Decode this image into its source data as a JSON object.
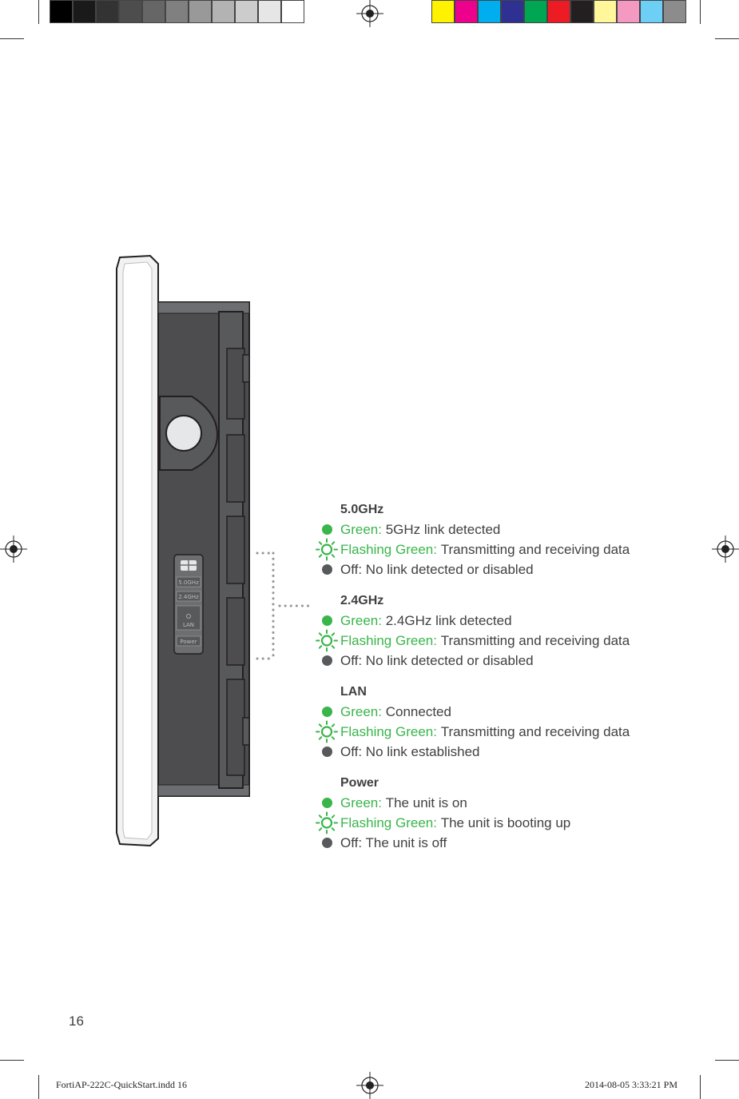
{
  "print_marks": {
    "gray_swatches": [
      "#000000",
      "#1a1a1a",
      "#333333",
      "#4d4d4d",
      "#666666",
      "#808080",
      "#999999",
      "#b3b3b3",
      "#cccccc",
      "#e6e6e6",
      "#ffffff"
    ],
    "color_swatches": [
      "#fff200",
      "#ec008c",
      "#00aeef",
      "#2e3192",
      "#00a651",
      "#ed1c24",
      "#231f20",
      "#fff799",
      "#f49ac1",
      "#6dcff6",
      "#8c8c8c"
    ]
  },
  "device_labels": {
    "ghz5": "5.0GHz",
    "ghz24": "2.4GHz",
    "lan": "LAN",
    "power": "Power"
  },
  "legend": [
    {
      "title": "5.0GHz",
      "rows": [
        {
          "state": "solid",
          "label": "Green:",
          "text": "5GHz link detected"
        },
        {
          "state": "flash",
          "label": "Flashing Green:",
          "text": "Transmitting and receiving data"
        },
        {
          "state": "off",
          "label": "",
          "text": "Off: No link detected or disabled"
        }
      ]
    },
    {
      "title": "2.4GHz",
      "rows": [
        {
          "state": "solid",
          "label": "Green:",
          "text": "2.4GHz link detected"
        },
        {
          "state": "flash",
          "label": "Flashing Green:",
          "text": "Transmitting and receiving data"
        },
        {
          "state": "off",
          "label": "",
          "text": "Off: No link detected or disabled"
        }
      ]
    },
    {
      "title": "LAN",
      "rows": [
        {
          "state": "solid",
          "label": "Green:",
          "text": "Connected"
        },
        {
          "state": "flash",
          "label": "Flashing Green:",
          "text": "Transmitting and receiving data"
        },
        {
          "state": "off",
          "label": "",
          "text": "Off: No link established"
        }
      ]
    },
    {
      "title": "Power",
      "rows": [
        {
          "state": "solid",
          "label": "Green:",
          "text": "The unit is on"
        },
        {
          "state": "flash",
          "label": "Flashing Green:",
          "text": "The unit is booting up"
        },
        {
          "state": "off",
          "label": "",
          "text": "Off: The unit is off"
        }
      ]
    }
  ],
  "page_number": "16",
  "slug": {
    "file": "FortiAP-222C-QuickStart.indd   16",
    "timestamp": "2014-08-05   3:33:21 PM"
  },
  "colors": {
    "green": "#39b54a",
    "off_gray": "#58595b",
    "device_body": "#4d4d4f"
  }
}
